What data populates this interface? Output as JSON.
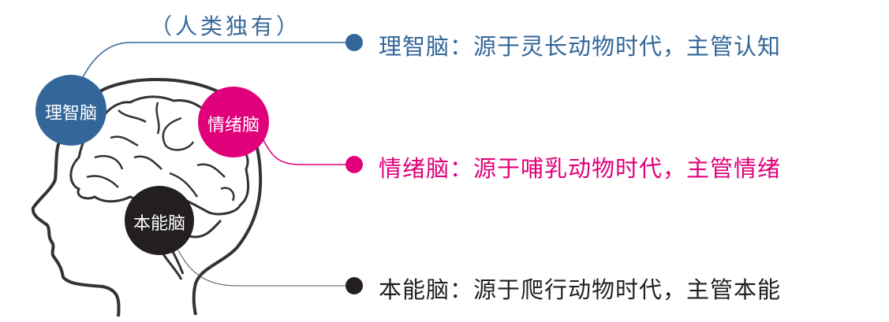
{
  "note": "（人类独有）",
  "colors": {
    "rational": "#336699",
    "emotional": "#e0007a",
    "instinct": "#231f20"
  },
  "brains": [
    {
      "name": "理智脑",
      "description": "理智脑：源于灵长动物时代，主管认知"
    },
    {
      "name": "情绪脑",
      "description": "情绪脑：源于哺乳动物时代，主管情绪"
    },
    {
      "name": "本能脑",
      "description": "本能脑：源于爬行动物时代，主管本能"
    }
  ]
}
